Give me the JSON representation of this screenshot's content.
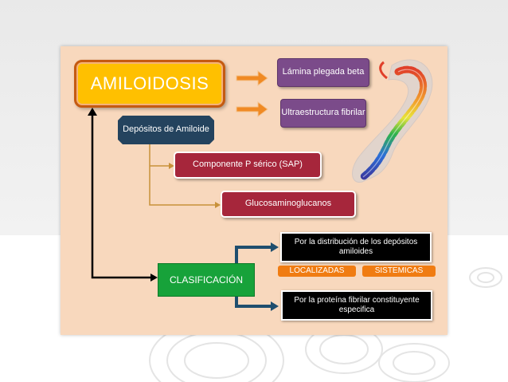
{
  "diagram": {
    "title": "AMILOIDOSIS",
    "features": [
      "Lámina plegada beta",
      "Ultraestructura fibrilar"
    ],
    "deposits": {
      "label": "Depósitos de Amiloide",
      "components": [
        "Componente P sérico (SAP)",
        "Glucosaminoglucanos"
      ]
    },
    "classification": {
      "label": "CLASIFICACIÓN",
      "by_distribution": "Por la distribución de los depósitos amiloides",
      "types": [
        "LOCALIZADAS",
        "SISTEMICAS"
      ],
      "by_protein": "Por la proteína fibrilar constituyente especifica"
    }
  },
  "colors": {
    "slide_bg": "#f8d8bd",
    "title_fill": "#ffc000",
    "feature_fill": "#7b4b8a",
    "deposit_fill": "#24435e",
    "component_fill": "#a6263b",
    "classification_fill": "#17a23a",
    "category_fill": "#000000",
    "type_fill": "#f07c12",
    "arrow_orange": "#f08a24",
    "connector_gold": "#c8913a",
    "arrow_teal": "#1f4e6e"
  },
  "illustration": "protein-helix-structure"
}
